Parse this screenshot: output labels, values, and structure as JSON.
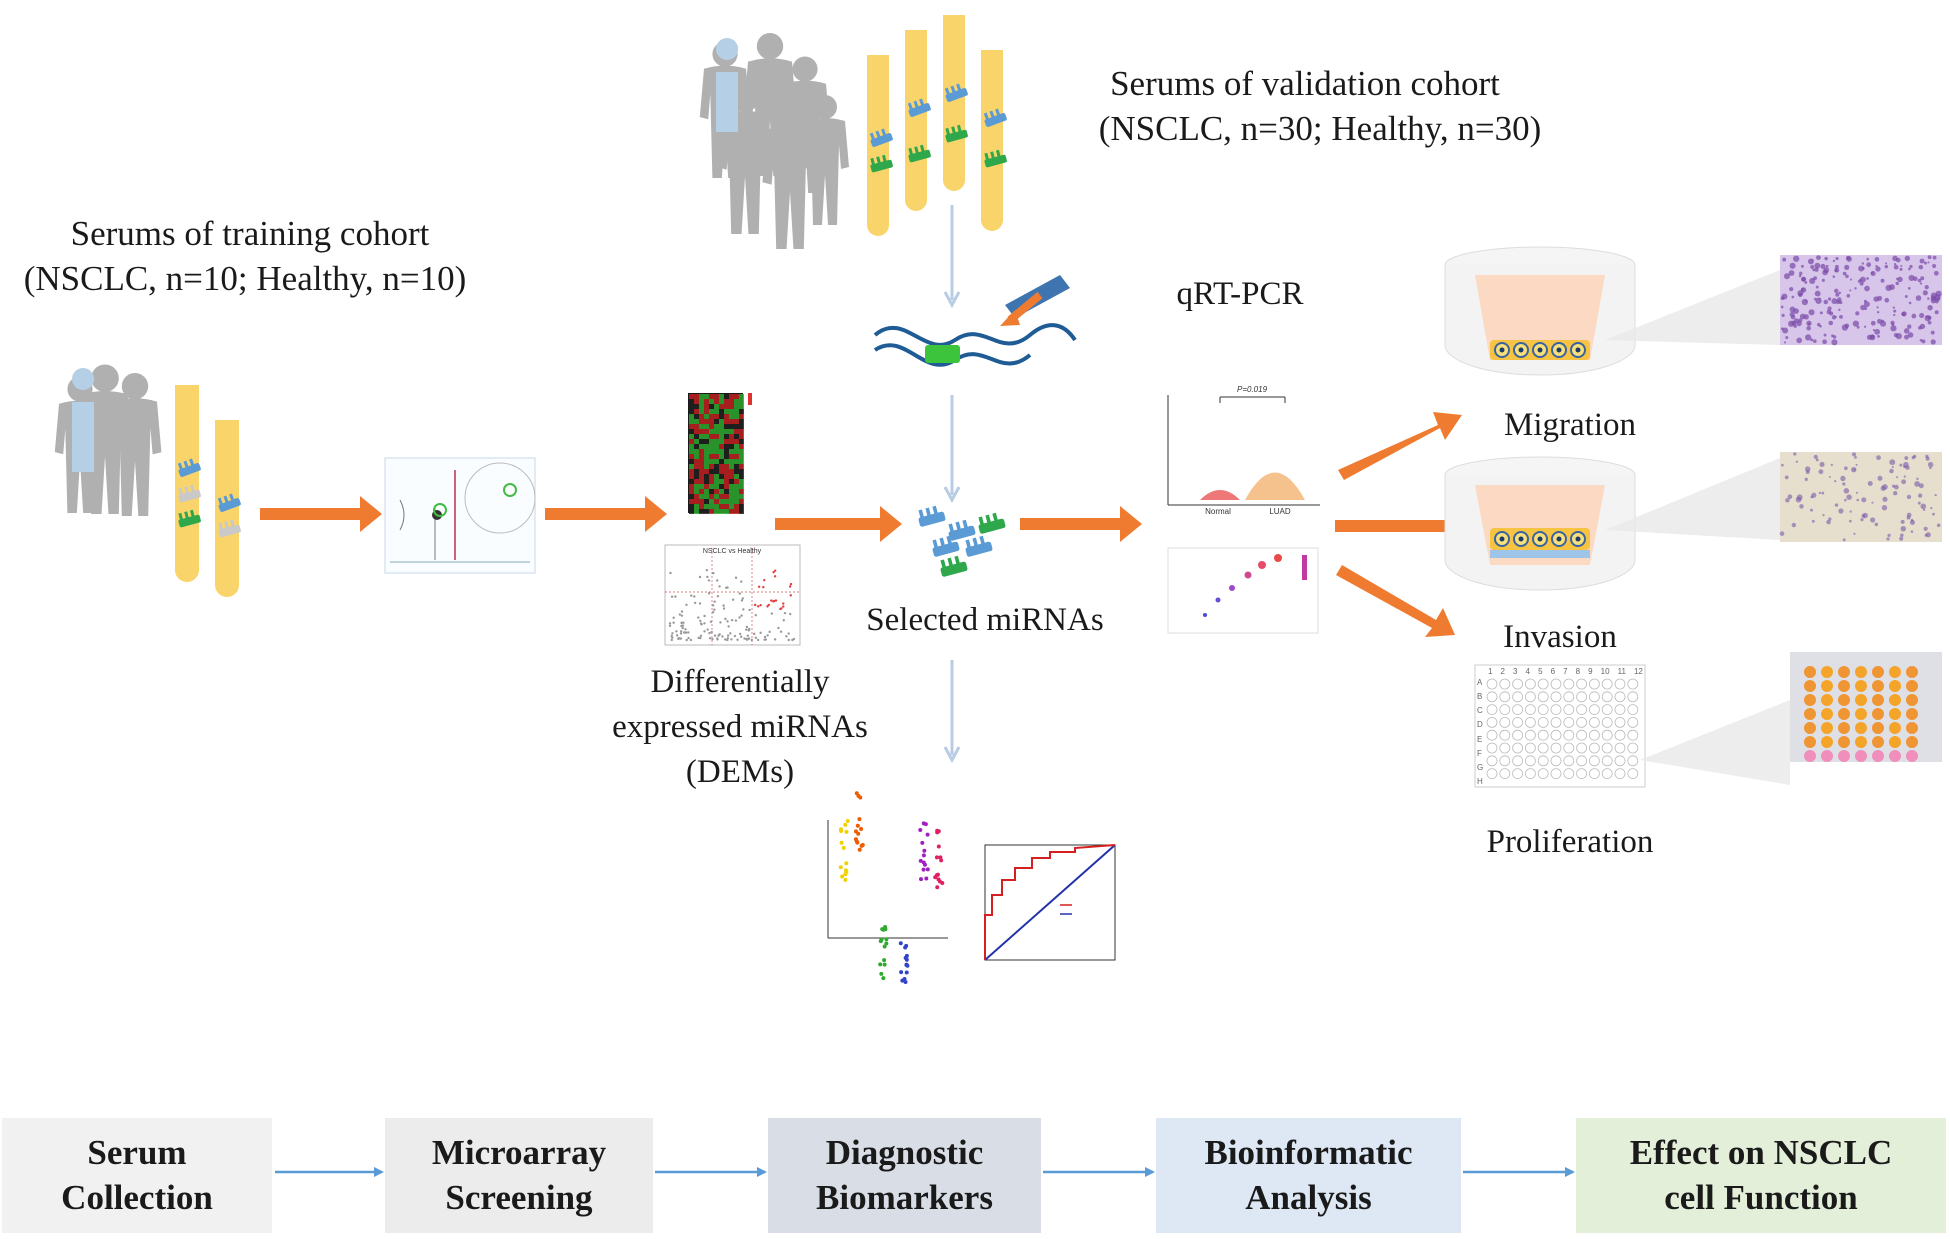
{
  "labels": {
    "validation_title": "Serums of validation cohort",
    "validation_sub": "(NSCLC, n=30;  Healthy, n=30)",
    "training_title": "Serums of training cohort",
    "training_sub": "(NSCLC, n=10; Healthy, n=10)",
    "qrtpcr": "qRT-PCR",
    "selected": "Selected miRNAs",
    "dems_1": "Differentially",
    "dems_2": "expressed miRNAs",
    "dems_3": "(DEMs)",
    "migration": "Migration",
    "invasion": "Invasion",
    "proliferation": "Proliferation"
  },
  "panel_text": {
    "volcano_title": "NSCLC vs Healthy",
    "pval": "P=0.019",
    "normal": "Normal",
    "luad": "LUAD"
  },
  "plate": {
    "cols": [
      "1",
      "2",
      "3",
      "4",
      "5",
      "6",
      "7",
      "8",
      "9",
      "10",
      "11",
      "12"
    ],
    "rows": [
      "A",
      "B",
      "C",
      "D",
      "E",
      "F",
      "G",
      "H"
    ]
  },
  "workflow": [
    {
      "line1": "Serum",
      "line2": "Collection",
      "color": "#f1f1f1"
    },
    {
      "line1": "Microarray",
      "line2": "Screening",
      "color": "#ececec"
    },
    {
      "line1": "Diagnostic",
      "line2": "Biomarkers",
      "color": "#d9dee6"
    },
    {
      "line1": "Bioinformatic",
      "line2": "Analysis",
      "color": "#dde8f4"
    },
    {
      "line1": "Effect on NSCLC",
      "line2": "cell Function",
      "color": "#e3efd9"
    }
  ],
  "colors": {
    "orange_arrow": "#ee7b30",
    "blue_arrow": "#5b9bd5",
    "tube": "#f9d46a",
    "person": "#9e9e9e",
    "person_blue": "#a9c7e2"
  }
}
